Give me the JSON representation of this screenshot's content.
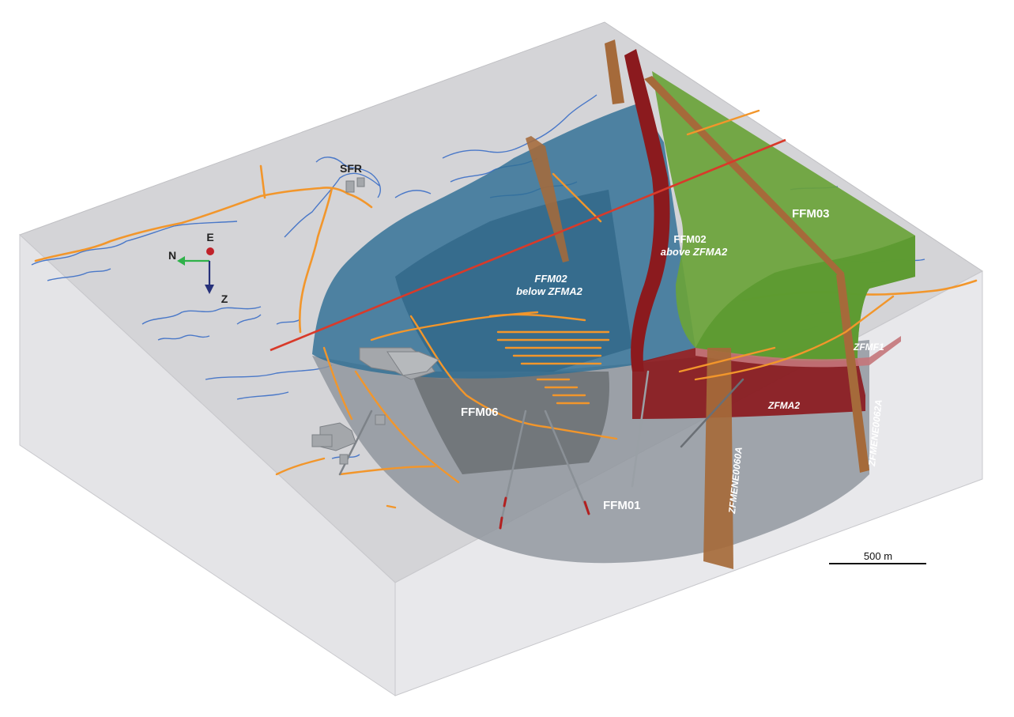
{
  "labels": {
    "sfr": "SFR",
    "ffm03": "FFM03",
    "ffm02_above_line1": "FFM02",
    "ffm02_above_line2": "above ZFMA2",
    "ffm02_below_line1": "FFM02",
    "ffm02_below_line2": "below ZFMA2",
    "ffm06": "FFM06",
    "ffm01": "FFM01",
    "zfmf1": "ZFMF1",
    "zfma2": "ZFMA2",
    "zfmene0060a": "ZFMENE0060A",
    "zfmene0062a": "ZFMENE0062A"
  },
  "axes": {
    "e": "E",
    "n": "N",
    "z": "Z"
  },
  "scale_bar": {
    "label": "500 m"
  },
  "colors": {
    "blue_domain": "#2f6f95",
    "green_domain": "#6aa33a",
    "red_zone": "#8b1a1e",
    "brown_zone": "#a56a3a",
    "grey_rock": "#8f959c",
    "tunnels": "#f2962b",
    "shoreline": "#4a78c8",
    "cut_line": "#d83a2a"
  }
}
